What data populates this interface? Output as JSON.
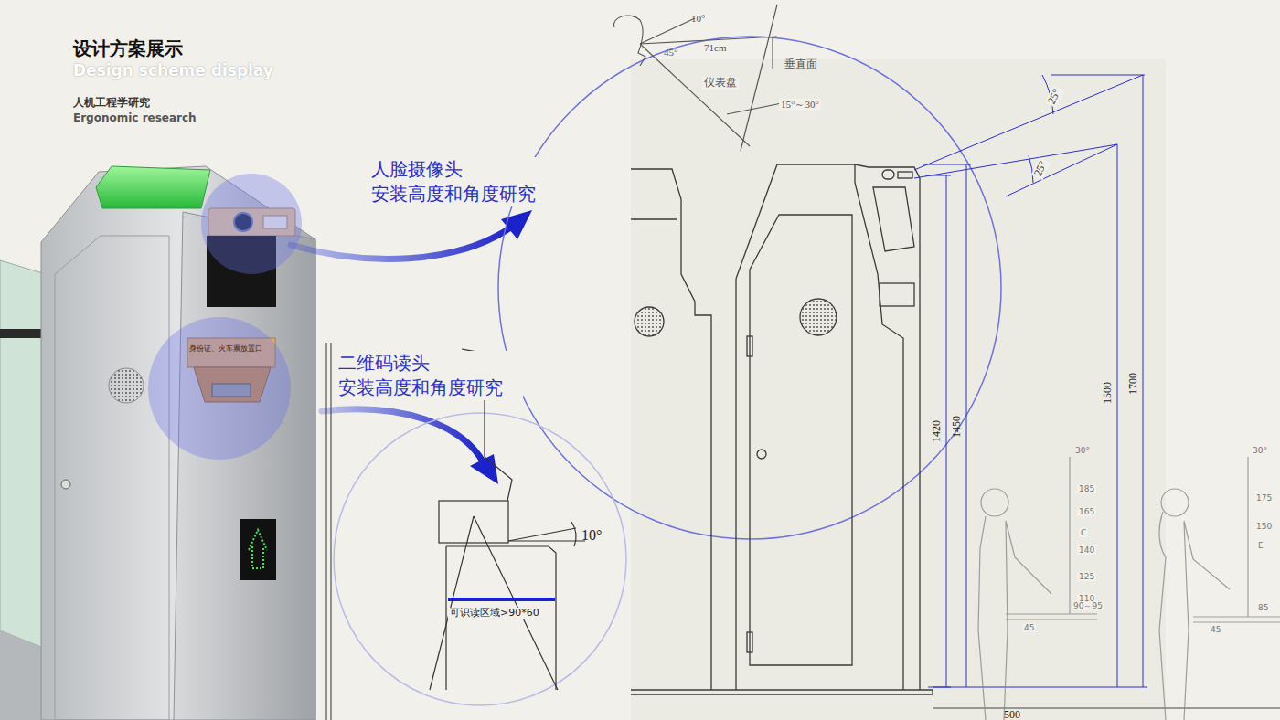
{
  "diagram": {
    "title": "设计方案展示",
    "labels": [
      "Design scheme display",
      "人机工程学研究",
      "Ergonomic research",
      "人脸摄像头 安装高度和角度研究",
      "二维码读头 安装高度和角度研究",
      "身份证、火车票放置口",
      "10°",
      "可识读区域>90*60",
      "25°",
      "25°",
      "1420",
      "1450",
      "1500",
      "1700",
      "500",
      "10°",
      "45°",
      "71cm",
      "垂直面",
      "仪表盘",
      "15°～30°",
      "30°",
      "185",
      "165",
      "C",
      "140",
      "125",
      "110",
      "90～95",
      "45",
      "30°",
      "175",
      "150",
      "E",
      "85",
      "45"
    ]
  }
}
